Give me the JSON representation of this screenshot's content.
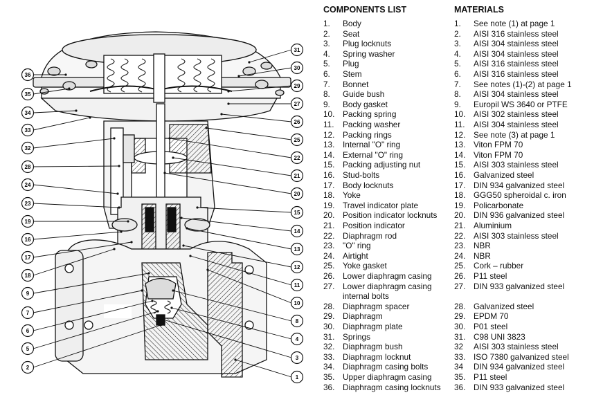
{
  "components_title": "COMPONENTS LIST",
  "materials_title": "MATERIALS",
  "components": [
    {
      "num": "1.",
      "name": "Body"
    },
    {
      "num": "2.",
      "name": "Seat"
    },
    {
      "num": "3.",
      "name": "Plug locknuts"
    },
    {
      "num": "4.",
      "name": "Spring washer"
    },
    {
      "num": "5.",
      "name": "Plug"
    },
    {
      "num": "6.",
      "name": "Stem"
    },
    {
      "num": "7.",
      "name": "Bonnet"
    },
    {
      "num": "8.",
      "name": "Guide bush"
    },
    {
      "num": "9.",
      "name": "Body gasket"
    },
    {
      "num": "10.",
      "name": "Packing spring"
    },
    {
      "num": "11.",
      "name": "Packing washer"
    },
    {
      "num": "12.",
      "name": "Packing rings"
    },
    {
      "num": "13.",
      "name": "Internal \"O\" ring"
    },
    {
      "num": "14.",
      "name": "External \"O\" ring"
    },
    {
      "num": "15.",
      "name": "Packing adjusting nut"
    },
    {
      "num": "16.",
      "name": "Stud-bolts"
    },
    {
      "num": "17.",
      "name": "Body locknuts"
    },
    {
      "num": "18.",
      "name": "Yoke"
    },
    {
      "num": "19.",
      "name": "Travel indicator plate"
    },
    {
      "num": "20.",
      "name": "Position indicator locknuts"
    },
    {
      "num": "21.",
      "name": "Position indicator"
    },
    {
      "num": "22.",
      "name": "Diaphragm rod"
    },
    {
      "num": "23.",
      "name": "\"O\" ring"
    },
    {
      "num": "24.",
      "name": "Airtight"
    },
    {
      "num": "25.",
      "name": "Yoke gasket"
    },
    {
      "num": "26.",
      "name": "Lower diaphragm casing"
    },
    {
      "num": "27.",
      "name": "Lower diaphragm casing internal bolts"
    },
    {
      "num": "28.",
      "name": "Diaphragm spacer"
    },
    {
      "num": "29.",
      "name": "Diaphragm"
    },
    {
      "num": "30.",
      "name": "Diaphragm plate"
    },
    {
      "num": "31.",
      "name": "Springs"
    },
    {
      "num": "32.",
      "name": "Diaphragm bush"
    },
    {
      "num": "33.",
      "name": "Diaphragm locknut"
    },
    {
      "num": "34.",
      "name": "Diaphragm casing bolts"
    },
    {
      "num": "35.",
      "name": "Upper diaphragm casing"
    },
    {
      "num": "36.",
      "name": "Diaphragm casing locknuts"
    }
  ],
  "materials": [
    {
      "num": "1.",
      "name": "See note (1) at page 1"
    },
    {
      "num": "2.",
      "name": "AISI 316 stainless steel"
    },
    {
      "num": "3.",
      "name": "AISI 304 stainless steel"
    },
    {
      "num": "4.",
      "name": "AISI 304 stainless steel"
    },
    {
      "num": "5.",
      "name": "AISI 316 stainless steel"
    },
    {
      "num": "6.",
      "name": "AISI 316 stainless steel"
    },
    {
      "num": "7.",
      "name": "See notes (1)-(2) at page 1"
    },
    {
      "num": "8.",
      "name": "AISI 304 stainless steel"
    },
    {
      "num": "9.",
      "name": "Europil WS 3640 or PTFE"
    },
    {
      "num": "10.",
      "name": "AISI 302 stainless steel"
    },
    {
      "num": "11.",
      "name": "AISI 304 stainless steel"
    },
    {
      "num": "12.",
      "name": "See note (3) at page 1"
    },
    {
      "num": "13.",
      "name": "Viton FPM 70"
    },
    {
      "num": "14.",
      "name": "Viton FPM 70"
    },
    {
      "num": "15.",
      "name": "AISI 303 stainless steel"
    },
    {
      "num": "16.",
      "name": "Galvanized steel"
    },
    {
      "num": "17.",
      "name": "DIN 934 galvanized steel"
    },
    {
      "num": "18.",
      "name": "GGG50 spheroidal c. iron"
    },
    {
      "num": "19.",
      "name": "Policarbonate"
    },
    {
      "num": "20.",
      "name": "DIN 936 galvanized steel"
    },
    {
      "num": "21.",
      "name": "Aluminium"
    },
    {
      "num": "22.",
      "name": "AISI 303 stainless steel"
    },
    {
      "num": "23.",
      "name": "NBR"
    },
    {
      "num": "24.",
      "name": "NBR"
    },
    {
      "num": "25.",
      "name": "Cork – rubber"
    },
    {
      "num": "26.",
      "name": "P11 steel"
    },
    {
      "num": "27.",
      "name": "DIN 933 galvanized steel"
    },
    {
      "num": "28.",
      "name": "Galvanized steel"
    },
    {
      "num": "29.",
      "name": "EPDM 70"
    },
    {
      "num": "30.",
      "name": "P01 steel"
    },
    {
      "num": "31.",
      "name": "C98 UNI 3823"
    },
    {
      "num": "32",
      "name": "AISI 303 stainless steel"
    },
    {
      "num": "33.",
      "name": "ISO 7380 galvanized steel"
    },
    {
      "num": "34",
      "name": "DIN 934 galvanized steel"
    },
    {
      "num": "35.",
      "name": "P11 steel"
    },
    {
      "num": "36.",
      "name": "DIN 933 galvanized steel"
    }
  ],
  "callouts_left": [
    "36",
    "35",
    "34",
    "33",
    "32",
    "28",
    "24",
    "23",
    "19",
    "16",
    "17",
    "18",
    "9",
    "7",
    "6",
    "5",
    "2"
  ],
  "callouts_right": [
    "31",
    "30",
    "29",
    "27",
    "26",
    "25",
    "22",
    "21",
    "20",
    "15",
    "14",
    "13",
    "12",
    "11",
    "10",
    "8",
    "4",
    "3",
    "1"
  ]
}
